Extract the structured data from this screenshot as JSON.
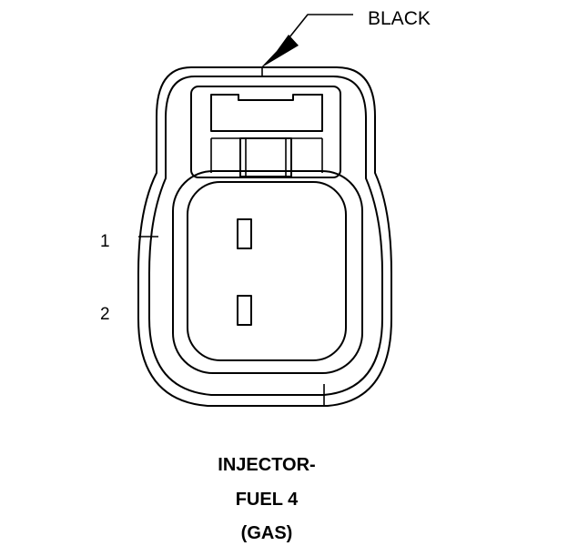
{
  "callout": {
    "color_label": "BLACK"
  },
  "pins": {
    "pin1": "1",
    "pin2": "2"
  },
  "title": {
    "line1": "INJECTOR-",
    "line2": "FUEL 4",
    "line3": "(GAS)"
  }
}
